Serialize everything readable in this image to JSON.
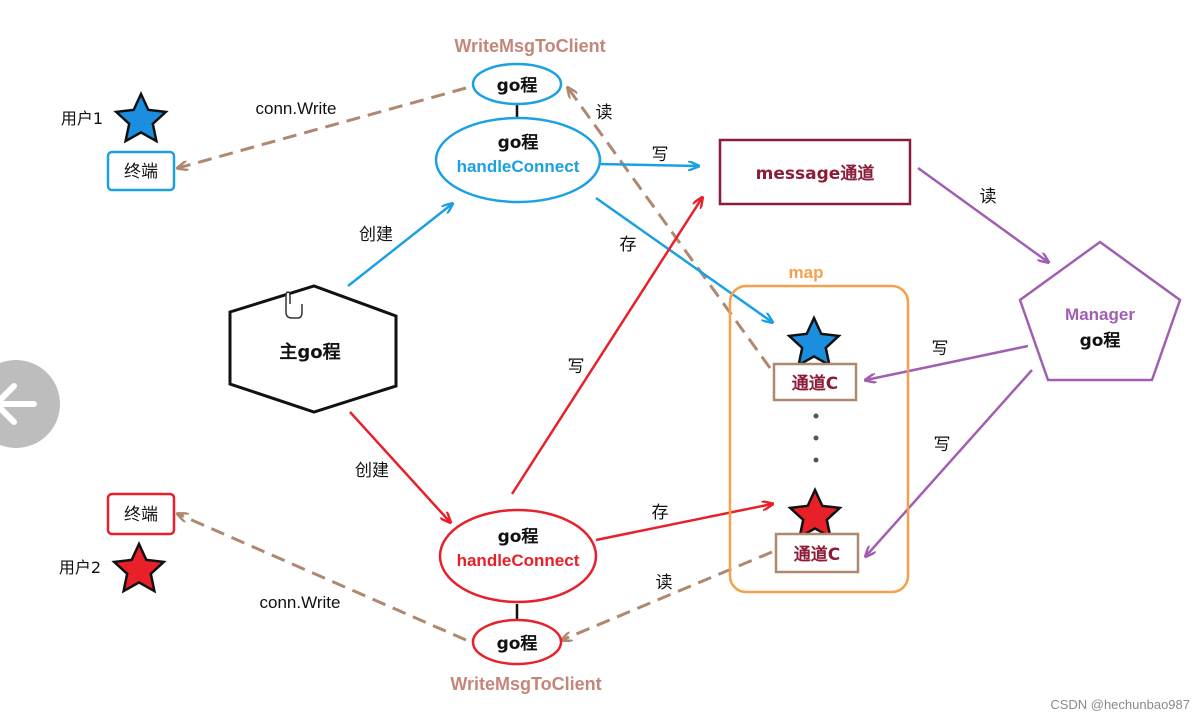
{
  "labels": {
    "write_msg_top": "WriteMsgToClient",
    "write_msg_bottom": "WriteMsgToClient",
    "go_top": "go程",
    "go_bottom": "go程",
    "handle_top_go": "go程",
    "handle_top_name": "handleConnect",
    "handle_bottom_go": "go程",
    "handle_bottom_name": "handleConnect",
    "user1": "用户1",
    "user2": "用户2",
    "terminal1": "终端",
    "terminal2": "终端",
    "conn_write_top": "conn.Write",
    "conn_write_bottom": "conn.Write",
    "main_go": "主go程",
    "create_top": "创建",
    "create_bottom": "创建",
    "write_top": "写",
    "read_top": "读",
    "store_top": "存",
    "message_channel": "message通道",
    "read_manager": "读",
    "map_label": "map",
    "channel_c_top": "通道C",
    "channel_c_bottom": "通道C",
    "manager_name": "Manager",
    "manager_go": "go程",
    "write_manager_top": "写",
    "write_manager_bottom": "写",
    "write_red": "写",
    "store_bottom": "存",
    "read_bottom": "读",
    "watermark": "CSDN @hechunbao987"
  },
  "colors": {
    "blue": "#1ba1e2",
    "red": "#e8202a",
    "orange": "#f5a04a",
    "purple": "#a05fb0",
    "darkred": "#8b1d3a",
    "dashed": "#b08870",
    "black": "#111111"
  },
  "icons": [
    "back-arrow-icon",
    "hand-cursor-icon",
    "star-blue-icon",
    "star-red-icon"
  ]
}
